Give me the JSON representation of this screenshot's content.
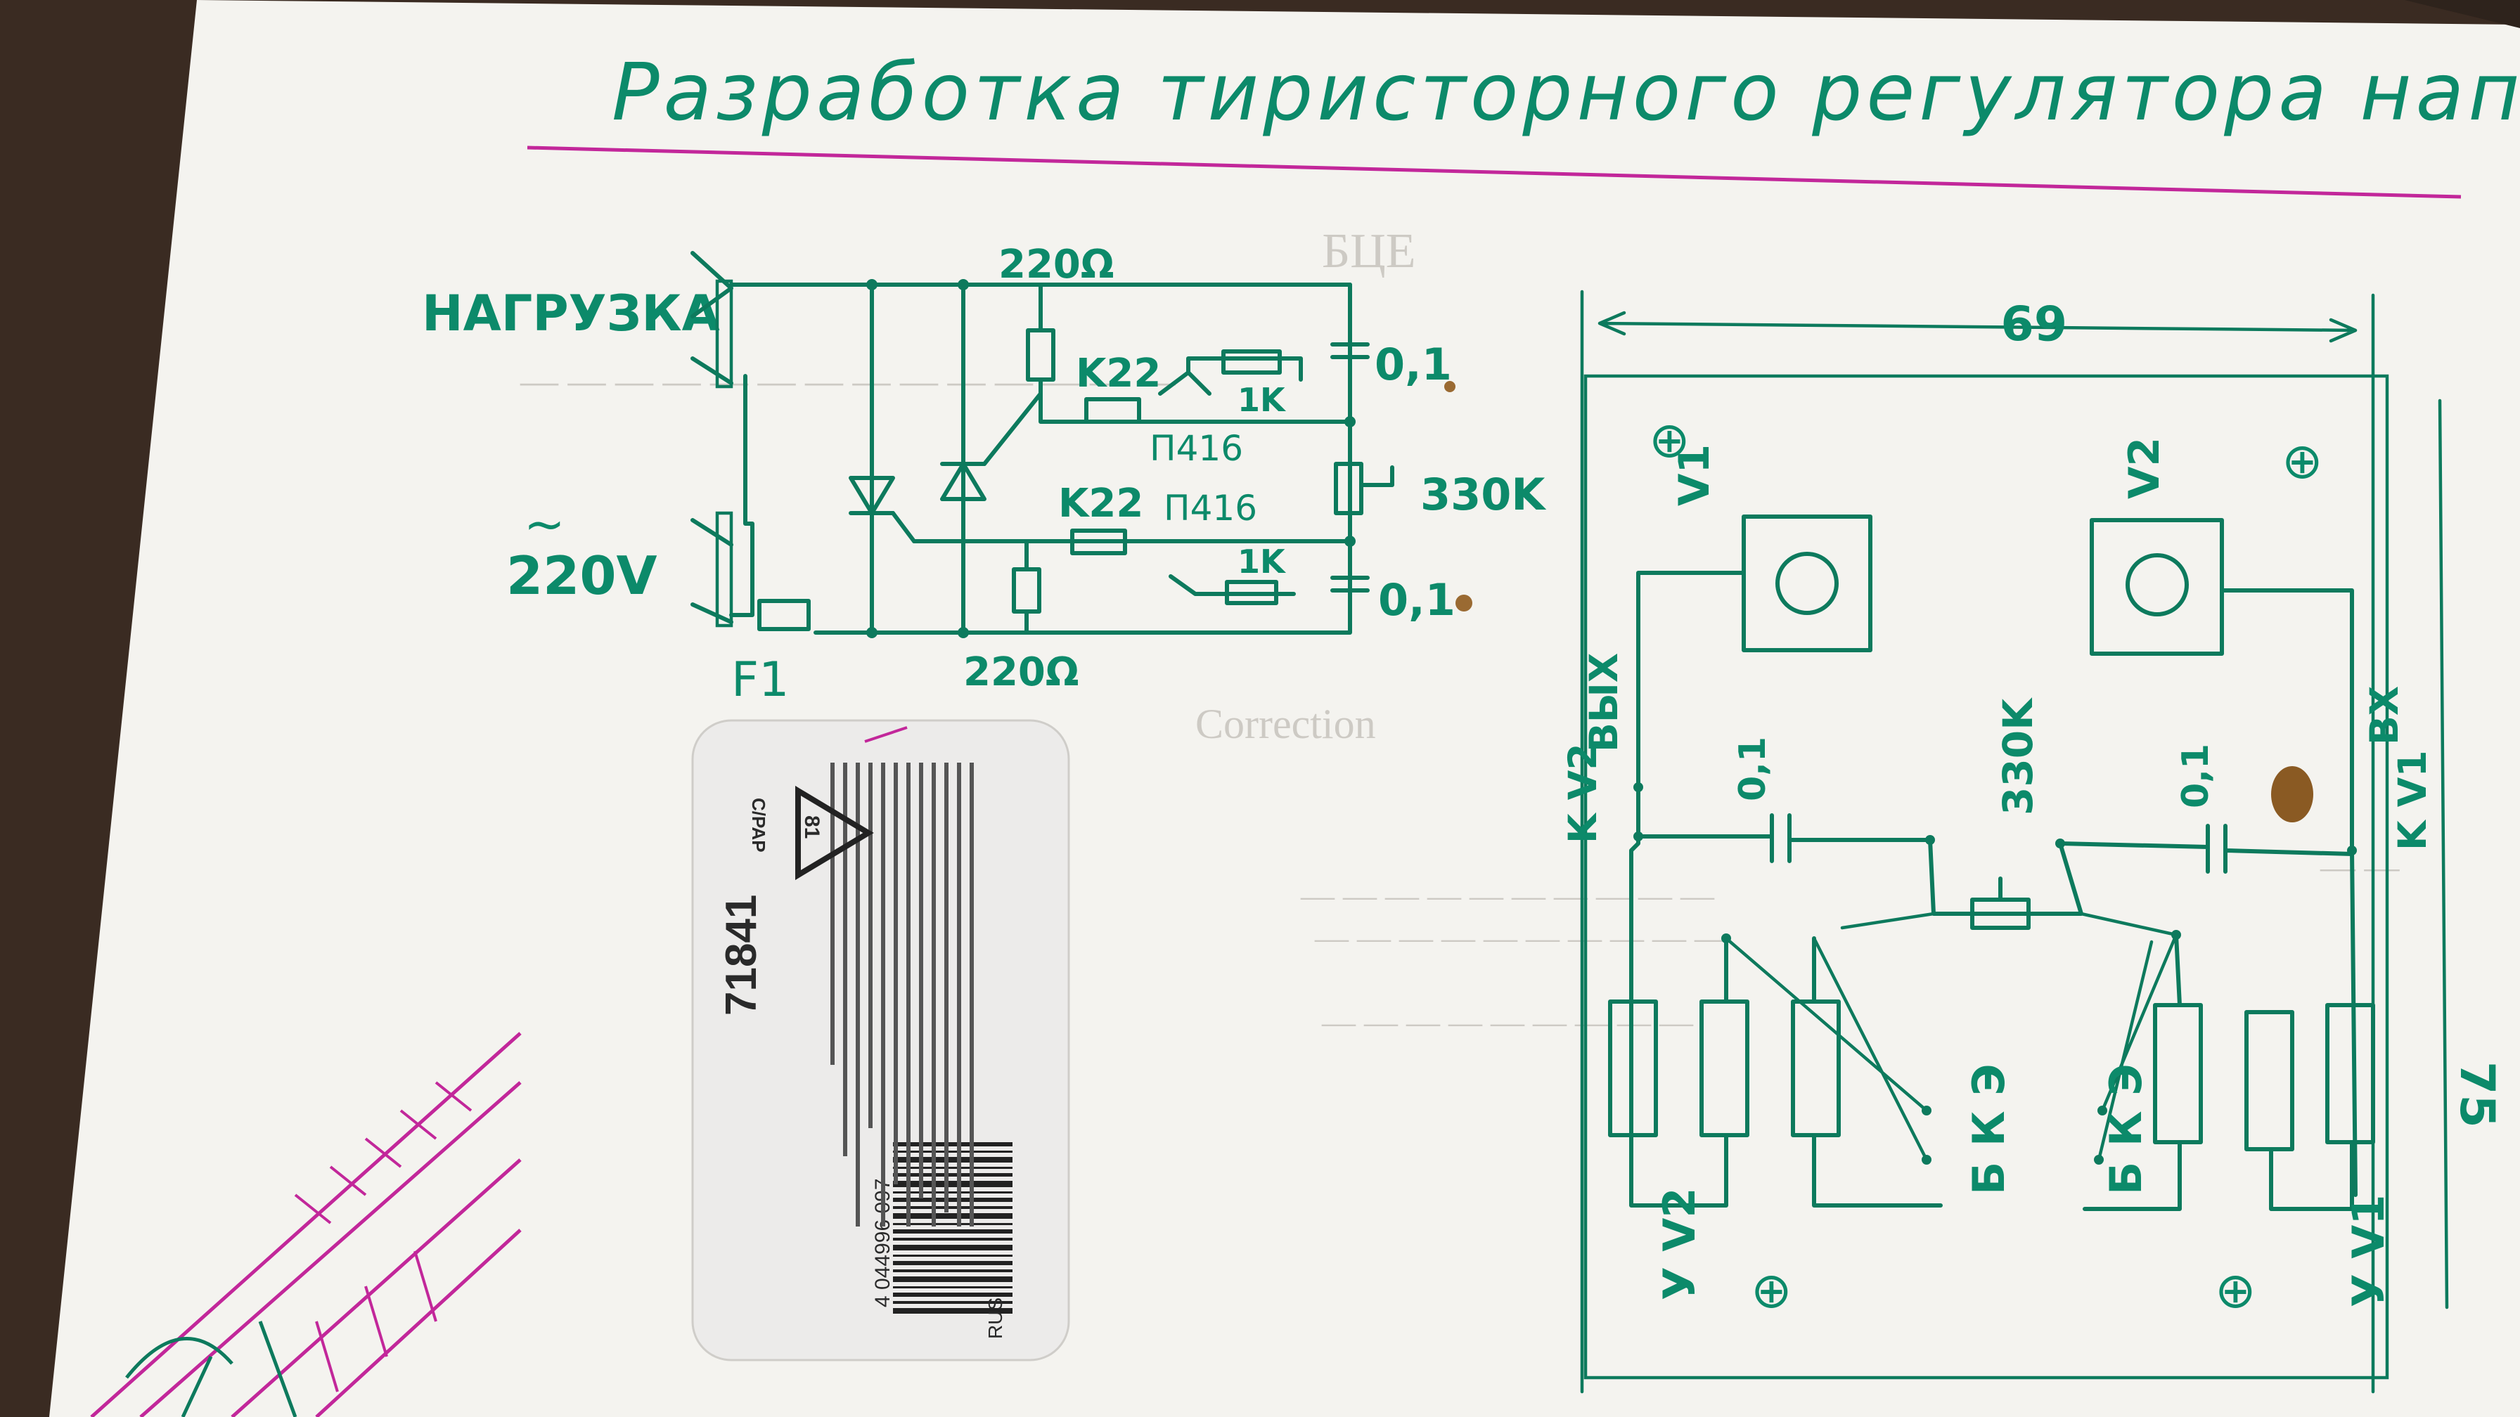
{
  "title": "Разработка тиристорного регулятора напряжения.",
  "schematic": {
    "load_label": "НАГРУЗКА",
    "supply_symbol": "~",
    "supply_voltage": "220V",
    "fuse": "F1",
    "r_top": "220Ω",
    "r_bottom": "220Ω",
    "r_series_top": "K22",
    "r_series_bottom": "K22",
    "transistor_top": "П416",
    "transistor_bottom": "П416",
    "r_emitter_top": "1K",
    "r_emitter_bottom": "1K",
    "cap_top": "0,1",
    "cap_bottom": "0,1",
    "potentiometer": "330K"
  },
  "board": {
    "width_mm": "69",
    "height_mm": "75",
    "v1": "V1",
    "v2": "V2",
    "out_label": "ВЫХ",
    "in_label": "ВХ",
    "k_v2": "K V2",
    "k_v1": "K V1",
    "uv2": "У V2",
    "uv1": "У V1",
    "cap_left": "0,1",
    "cap_right": "0,1",
    "pot": "330K",
    "bke_left": "Б К Э",
    "bke_right": "Б К Э",
    "mount_symbol": "⊕"
  },
  "card": {
    "lang": "RUS",
    "recycle_code": "81",
    "recycle_text": "C/PAP",
    "article": "71841",
    "barcode": "4 044996 097"
  },
  "colors": {
    "paper": "#f4f3ef",
    "ink_green": "#0d7a5d",
    "ink_magenta": "#c2279a",
    "desk": "#3a2b22",
    "card": "#ecebea"
  }
}
